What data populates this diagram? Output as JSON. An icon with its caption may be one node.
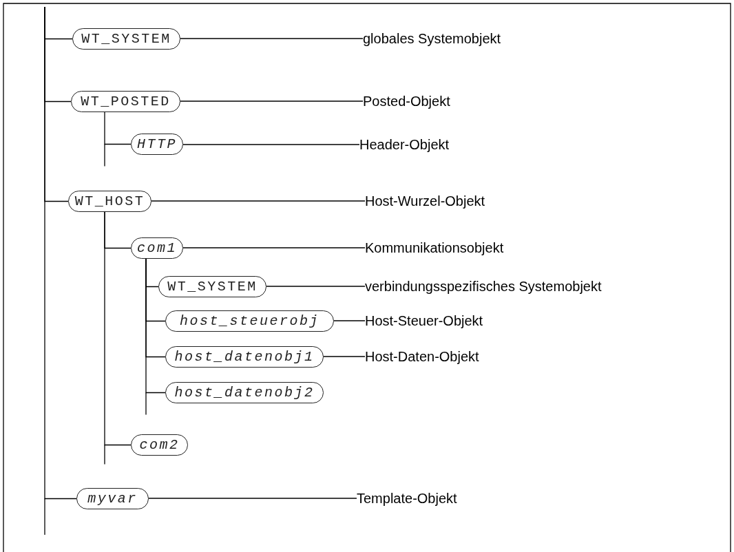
{
  "diagram": {
    "nodes": [
      {
        "text": [
          "WT_SYSTEM"
        ]
      },
      {
        "text": [
          "globales Systemobjekt"
        ]
      },
      {
        "text": [
          "WT_POSTED"
        ]
      },
      {
        "text": [
          "Posted-Objekt"
        ]
      },
      {
        "text": [
          "HTTP"
        ]
      },
      {
        "text": [
          "Header-Objekt"
        ]
      },
      {
        "text": [
          "WT_HOST"
        ]
      },
      {
        "text": [
          "Host-Wurzel-Objekt"
        ]
      },
      {
        "text": [
          "com1"
        ]
      },
      {
        "text": [
          "Kommunikationsobjekt"
        ]
      },
      {
        "text": [
          "WT_SYSTEM"
        ]
      },
      {
        "text": [
          "verbindungsspezifisches Systemobjekt"
        ]
      },
      {
        "text": [
          "host_steuerobj"
        ]
      },
      {
        "text": [
          "Host-Steuer-Objekt"
        ]
      },
      {
        "text": [
          "host_datenobj1"
        ]
      },
      {
        "text": [
          "Host-Daten-Objekt"
        ]
      },
      {
        "text": [
          "host_datenobj2"
        ]
      },
      {
        "text": [
          "com2"
        ]
      },
      {
        "text": [
          "myvar"
        ]
      },
      {
        "text": [
          "Template-Objekt"
        ]
      }
    ],
    "edges": [
      {
        "from": null,
        "to": 0,
        "arrow": "none"
      },
      {
        "from": 0,
        "to": 1,
        "arrow": "none"
      },
      {
        "from": null,
        "to": 2,
        "arrow": "none"
      },
      {
        "from": 2,
        "to": 3,
        "arrow": "none"
      },
      {
        "from": 2,
        "to": 4,
        "arrow": "none"
      },
      {
        "from": 4,
        "to": 5,
        "arrow": "none"
      },
      {
        "from": null,
        "to": 6,
        "arrow": "none"
      },
      {
        "from": 6,
        "to": 7,
        "arrow": "none"
      },
      {
        "from": 6,
        "to": 8,
        "arrow": "none"
      },
      {
        "from": 8,
        "to": 9,
        "arrow": "none"
      },
      {
        "from": 8,
        "to": 10,
        "arrow": "none"
      },
      {
        "from": 10,
        "to": 11,
        "arrow": "none"
      },
      {
        "from": 8,
        "to": 12,
        "arrow": "none"
      },
      {
        "from": 12,
        "to": 13,
        "arrow": "none"
      },
      {
        "from": 8,
        "to": 14,
        "arrow": "none"
      },
      {
        "from": 14,
        "to": 15,
        "arrow": "none"
      },
      {
        "from": 8,
        "to": 16,
        "arrow": "none"
      },
      {
        "from": 6,
        "to": 17,
        "arrow": "none"
      },
      {
        "from": null,
        "to": 18,
        "arrow": "none"
      },
      {
        "from": 18,
        "to": 19,
        "arrow": "none"
      }
    ]
  }
}
